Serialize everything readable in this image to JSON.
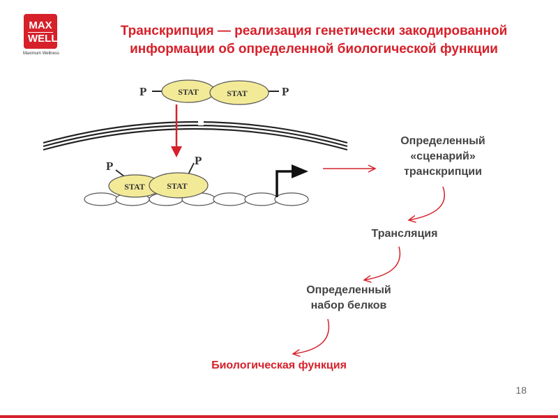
{
  "logo": {
    "line1": "MAX",
    "line2": "WELL",
    "tagline": "Maximum Wellness"
  },
  "title": {
    "line1": "Транскрипция — реализация генетически закодированной",
    "line2": "информации об определенной биологической функции"
  },
  "figure": {
    "stat": "STAT",
    "phospho": "P"
  },
  "steps": {
    "scenario": {
      "line1": "Определенный",
      "line2": "«сценарий»",
      "line3": "транскрипции"
    },
    "translation": "Трансляция",
    "proteins": {
      "line1": "Определенный",
      "line2": "набор белков"
    },
    "function": "Биологическая функция"
  },
  "page_number": "18",
  "colors": {
    "accent": "#d6202a",
    "stat_fill": "#f3ea98",
    "text": "#444444"
  }
}
